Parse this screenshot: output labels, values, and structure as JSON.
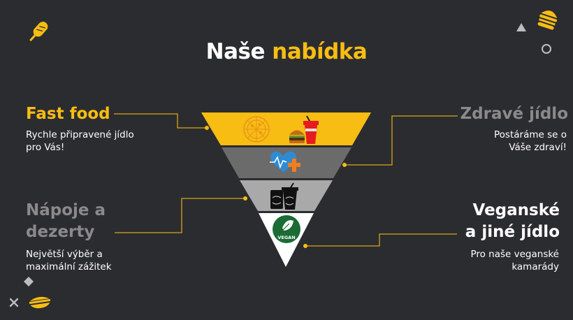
{
  "title": {
    "part1": "Naše",
    "part2": "nabídka"
  },
  "colors": {
    "background": "#2b2c30",
    "accent": "#f8bd13",
    "gray_dark": "#6b6b6b",
    "gray_mid": "#8f8f8f",
    "gray_light": "#a9a9a9",
    "white": "#ffffff"
  },
  "pyramid": [
    {
      "level": 1,
      "color": "#f8bd13",
      "icons": [
        "pizza-icon",
        "burger-icon",
        "drink-cup-icon"
      ]
    },
    {
      "level": 2,
      "color": "#6b6b6b",
      "icons": [
        "heart-plus-icon"
      ]
    },
    {
      "level": 3,
      "color": "#a9a9a9",
      "icons": [
        "cans-icon"
      ]
    },
    {
      "level": 4,
      "color": "#ffffff",
      "icons": [
        "vegan-badge-icon"
      ],
      "badge_text": "VEGAN"
    }
  ],
  "items": {
    "fast_food": {
      "title": "Fast food",
      "desc": [
        "Rychle připravené jídlo",
        "pro Vás!"
      ]
    },
    "zdrave": {
      "title": "Zdravé jídlo",
      "desc": [
        "Postáráme se o",
        "Váše zdraví!"
      ]
    },
    "napoje": {
      "title": [
        "Nápoje a",
        "dezerty"
      ],
      "desc": [
        "Největší výběr a",
        "maximální zážitek"
      ]
    },
    "veganske": {
      "title": [
        "Veganské",
        "a jiné jídlo"
      ],
      "desc": [
        "Pro naše veganské",
        "kamarády"
      ]
    }
  },
  "decorations": [
    "ice-cream-icon",
    "burger-stack-icon",
    "triangle-icon",
    "circle-icon",
    "diamond-icon",
    "cross-icon",
    "sandwich-icon"
  ]
}
